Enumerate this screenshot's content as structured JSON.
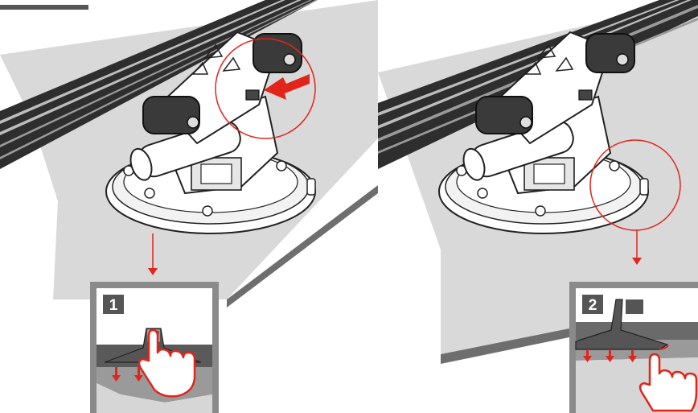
{
  "panels": [
    {
      "step_label": "1",
      "action": "press-button"
    },
    {
      "step_label": "2",
      "action": "check-seal"
    }
  ],
  "colors": {
    "accent_red": "#e1251b",
    "surface": "#d6d6d6",
    "rail": "#3a3a3a",
    "inset_frame": "#8a8a8a",
    "label_bg": "#555555"
  },
  "icons": [
    "red-arrow-icon",
    "hand-pointer-icon",
    "down-arrow-icon",
    "pressure-arrow-icon"
  ]
}
